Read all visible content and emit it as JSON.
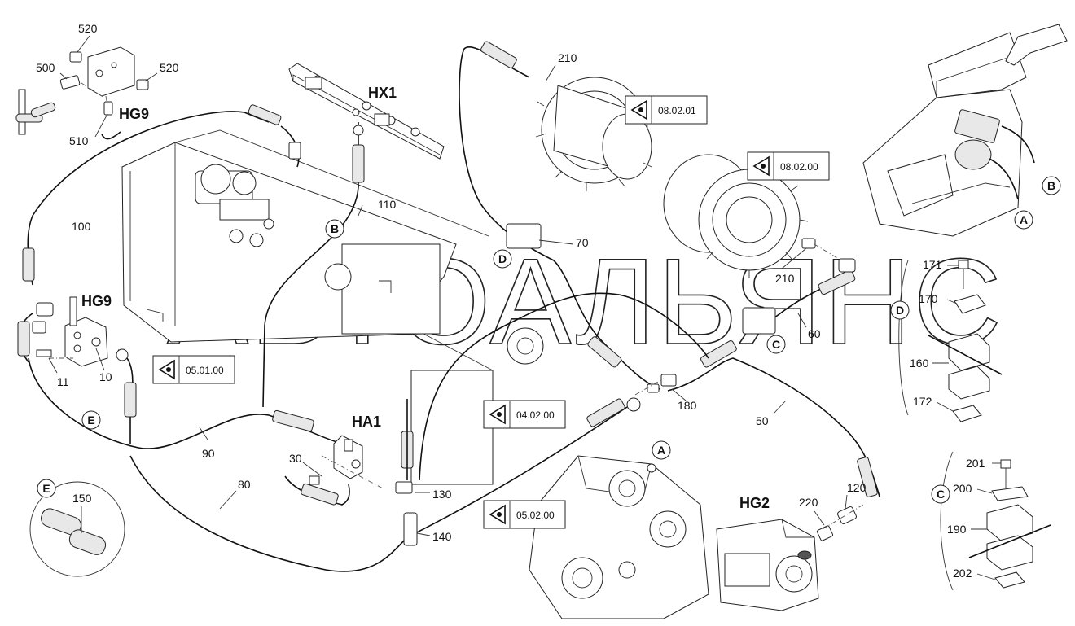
{
  "watermark": "АВТОАЛЬЯНС",
  "group_labels": {
    "hg9_top": "HG9",
    "hg9_left": "HG9",
    "hx1": "HX1",
    "ha1": "HA1",
    "hg2": "HG2"
  },
  "part_numbers": {
    "p520a": "520",
    "p500": "500",
    "p520b": "520",
    "p510": "510",
    "p210a": "210",
    "p100": "100",
    "p110": "110",
    "p70": "70",
    "p210b": "210",
    "p60": "60",
    "p11": "11",
    "p10": "10",
    "p180": "180",
    "p50": "50",
    "p90": "90",
    "p30": "30",
    "p80": "80",
    "p130": "130",
    "p140": "140",
    "p150": "150",
    "p220": "220",
    "p120": "120",
    "p171": "171",
    "p170": "170",
    "p160": "160",
    "p172": "172",
    "p201": "201",
    "p200": "200",
    "p190": "190",
    "p202": "202"
  },
  "references": {
    "r1": "08.02.01",
    "r2": "08.02.00",
    "r3": "05.01.00",
    "r4": "04.02.00",
    "r5": "05.02.00"
  },
  "callouts": {
    "b_main": "B",
    "d_main": "D",
    "c_main": "C",
    "e_main": "E",
    "a_main": "A",
    "b_thumb": "B",
    "a_thumb": "A",
    "e_detail": "E",
    "d_detail": "D",
    "c_detail": "C"
  },
  "icons": [
    "view-eye-icon",
    "direction-arrow-icon"
  ]
}
